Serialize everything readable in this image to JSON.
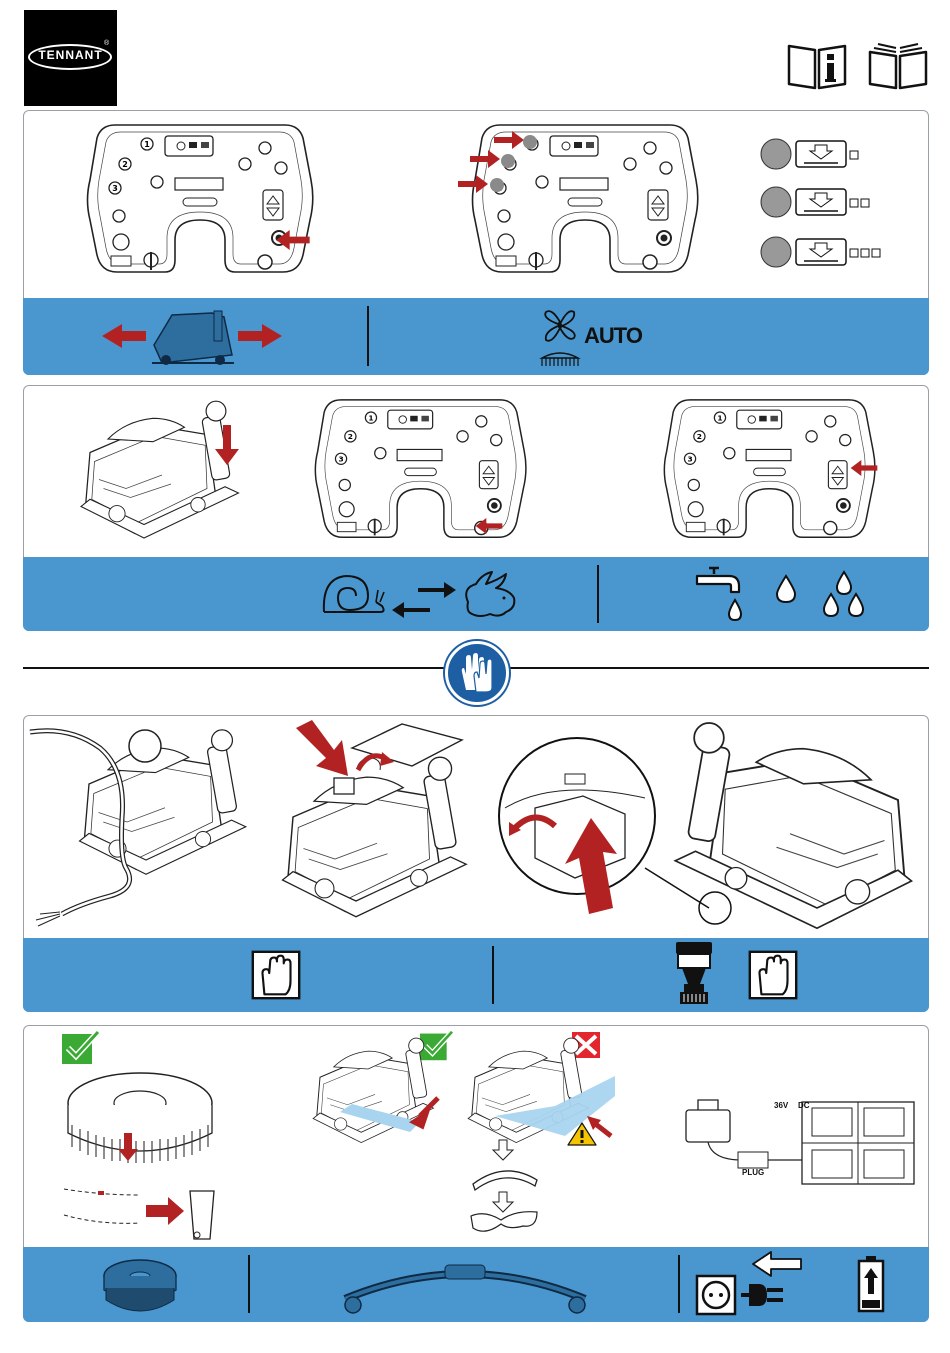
{
  "brand": {
    "name": "TENNANT",
    "mark": "®"
  },
  "section1": {
    "auto_label": "AUTO"
  },
  "section5": {
    "voltage_label": "36V",
    "dc_label": "DC",
    "plug_label": "PLUG"
  },
  "colors": {
    "band_blue": "#4a97cf",
    "arrow_red": "#b22222",
    "check_green": "#3aaa35",
    "cross_red": "#e3262e",
    "warning_yellow": "#f5c400",
    "glove_blue": "#1d5fa2"
  },
  "icons": [
    "info-manual-icon",
    "open-book-icon",
    "arrows-left-right-icon",
    "fan-icon",
    "brush-icon",
    "snail-icon",
    "rabbit-icon",
    "faucet-icon",
    "water-drop-icon",
    "gloves-icon",
    "cloth-hand-icon",
    "filter-icon",
    "check-icon",
    "cross-icon",
    "warning-icon",
    "outlet-icon",
    "plug-icon",
    "battery-icon"
  ]
}
